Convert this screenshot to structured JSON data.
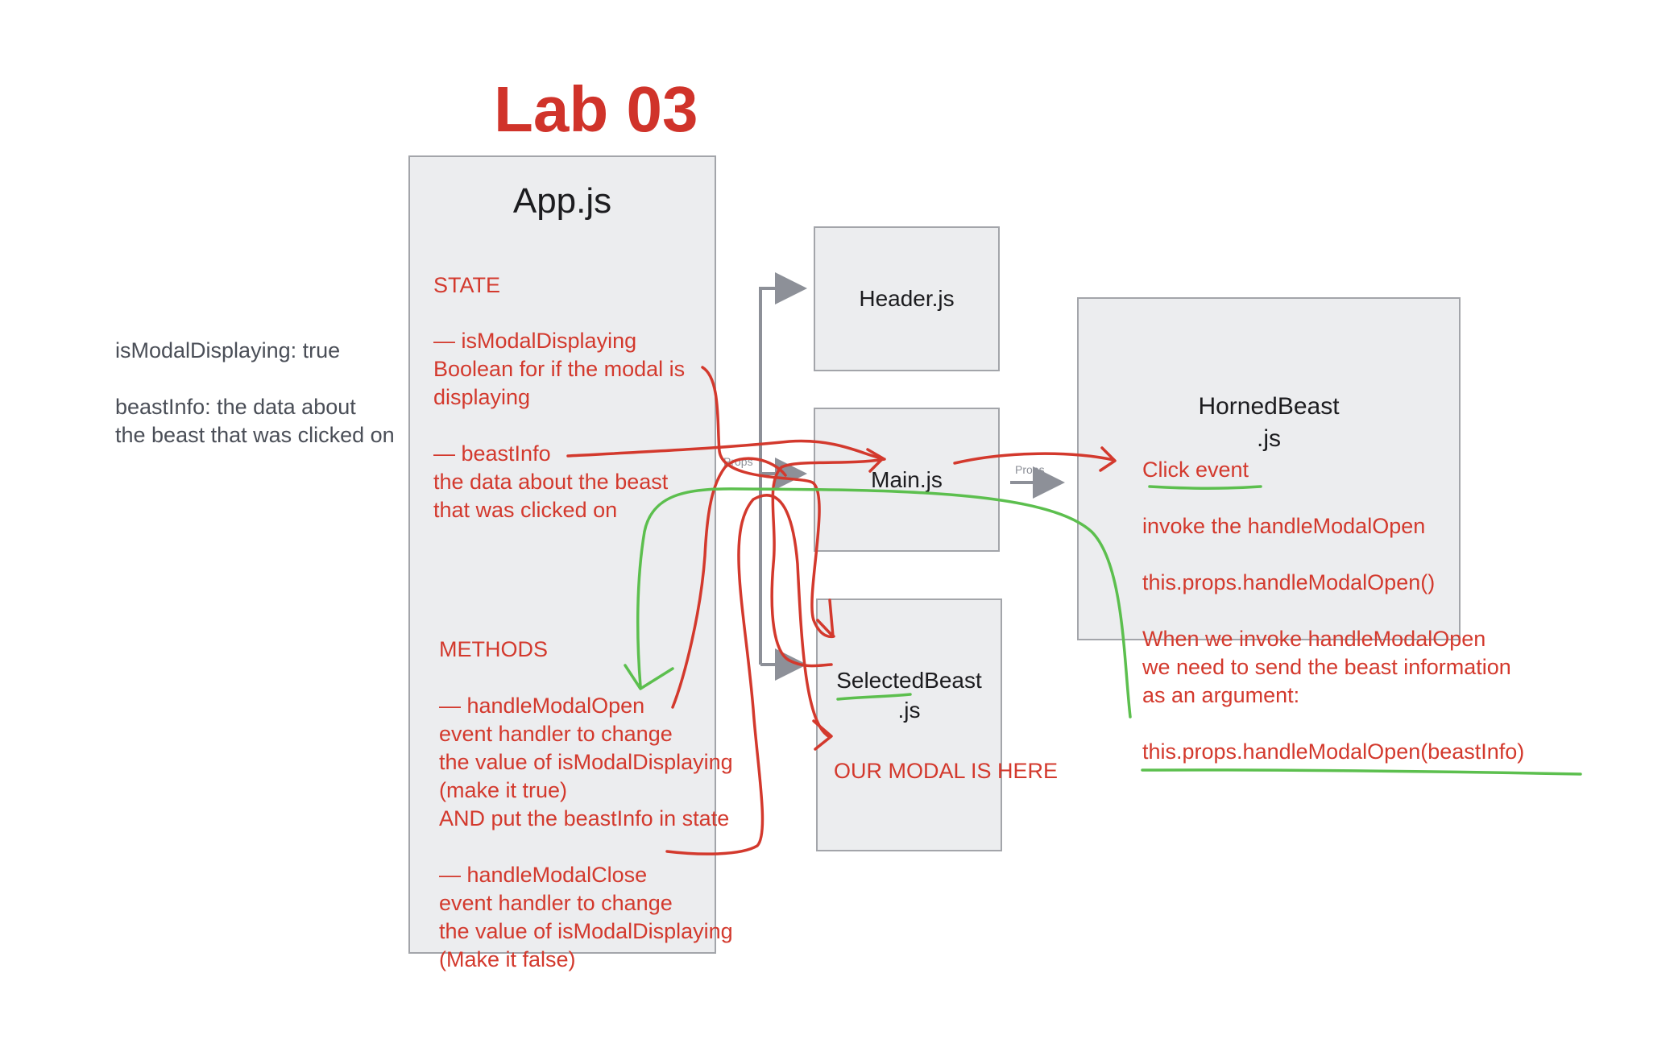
{
  "title": "Lab 03",
  "app_box": {
    "title": "App.js",
    "state_heading": "STATE",
    "state_lines": [
      "— isModalDisplaying",
      "Boolean for if the modal is",
      "displaying",
      "",
      "— beastInfo",
      "the data about the beast",
      "that was clicked on"
    ],
    "methods_heading": "METHODS",
    "methods_lines": [
      "— handleModalOpen",
      "event handler to change",
      "the value of isModalDisplaying",
      "(make it true)",
      "AND put the beastInfo in state",
      "",
      "— handleModalClose",
      "event handler to change",
      "the value of isModalDisplaying",
      "(Make it false)"
    ]
  },
  "header_box": {
    "title": "Header.js"
  },
  "main_box": {
    "title": "Main.js"
  },
  "selected_box": {
    "title_line1": "SelectedBeast",
    "title_line2": ".js",
    "note": "OUR MODAL IS HERE"
  },
  "horned_box": {
    "title_line1": "HornedBeast",
    "title_line2": ".js",
    "lines": [
      "Click event",
      "",
      "invoke the handleModalOpen",
      "",
      "this.props.handleModalOpen()",
      "",
      "When we invoke handleModalOpen",
      "we need to send the beast information",
      "as an argument:",
      "",
      "this.props.handleModalOpen(beastInfo)"
    ]
  },
  "side_note": {
    "lines": [
      "isModalDisplaying: true",
      "",
      "beastInfo: the data about",
      "the beast that was clicked on"
    ]
  },
  "props_labels": [
    "Props",
    "Props"
  ],
  "colors": {
    "title_red": "#d0332a",
    "annotation_red": "#d3392d",
    "annotation_green": "#5cbf4e",
    "box_fill": "#ecedef",
    "box_border": "#a3a5aa",
    "connector_gray": "#8d9098"
  }
}
